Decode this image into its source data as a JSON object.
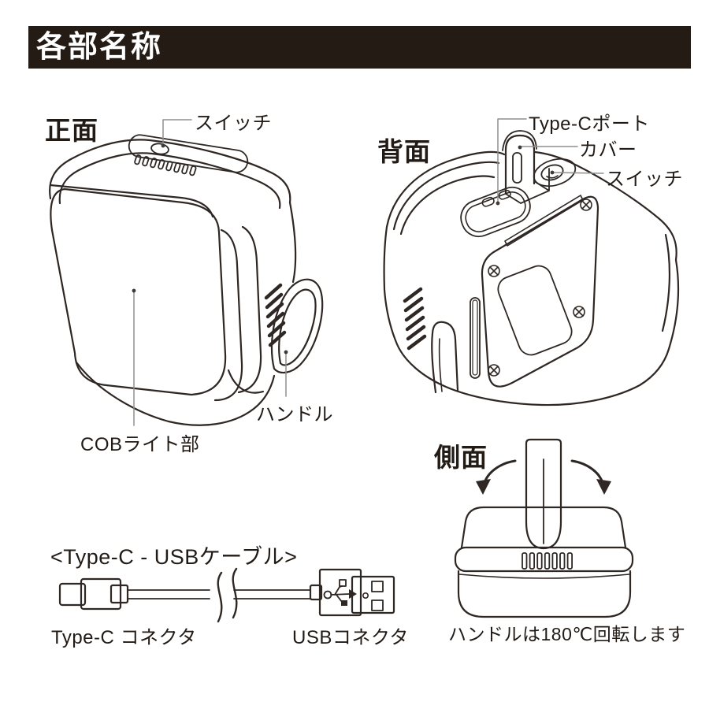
{
  "banner": {
    "title": "各部名称",
    "bg": "#251b15",
    "fg": "#ffffff"
  },
  "views": {
    "front": {
      "heading": "正面",
      "switch_label": "スイッチ",
      "cob_label": "COBライト部",
      "handle_label": "ハンドル"
    },
    "back": {
      "heading": "背面",
      "port_label": "Type-Cポート",
      "cover_label": "カバー",
      "switch_label": "スイッチ"
    },
    "side": {
      "heading": "側面",
      "caption": "ハンドルは180℃回転します"
    },
    "cable": {
      "heading": "<Type-C - USBケーブル>",
      "typec_label": "Type-C コネクタ",
      "usb_label": "USBコネクタ"
    }
  },
  "colors": {
    "line": "#2e2723",
    "leader": "#8f8f8f",
    "text": "#211a15"
  }
}
